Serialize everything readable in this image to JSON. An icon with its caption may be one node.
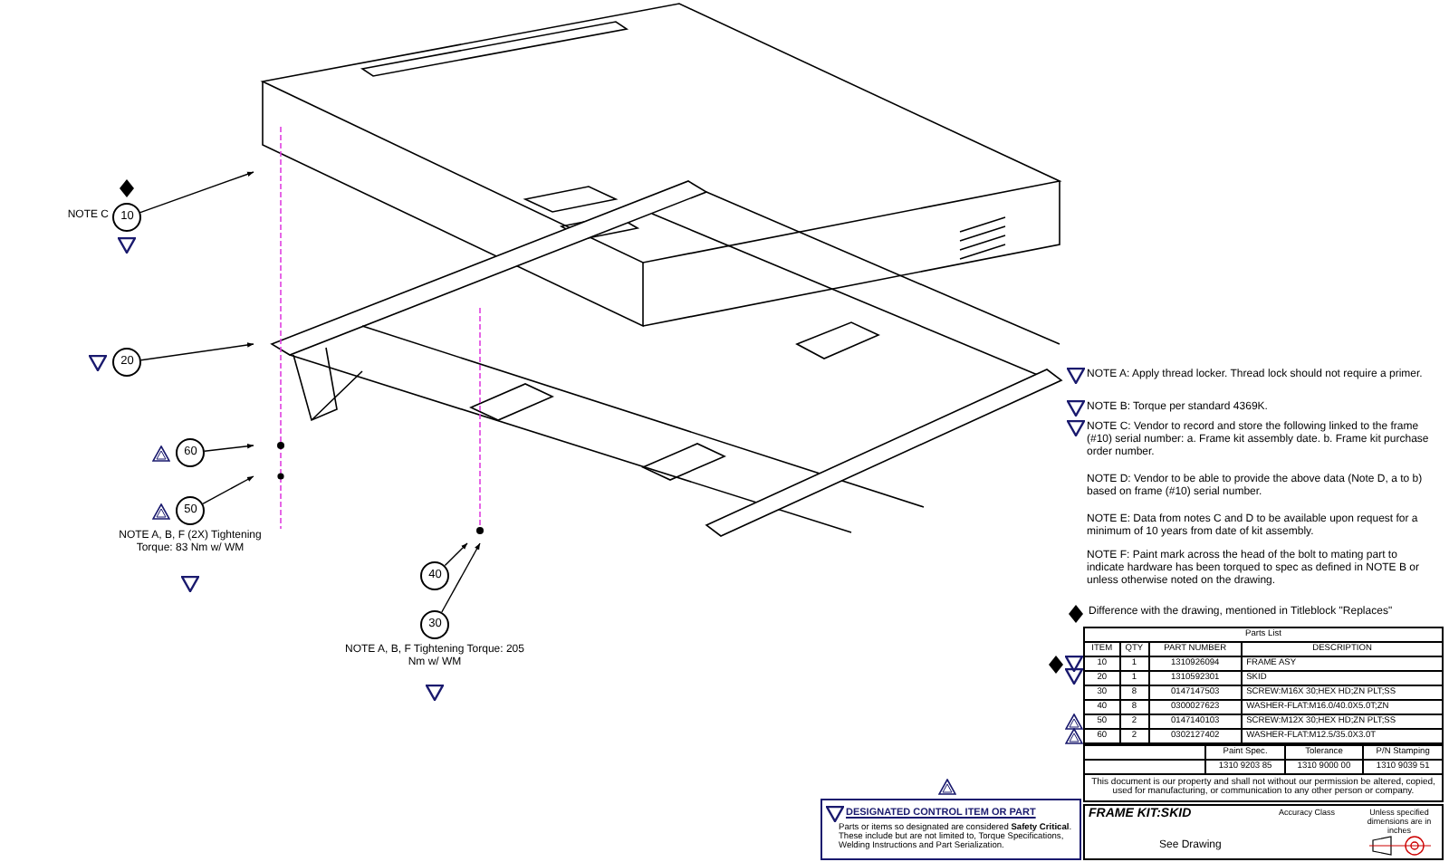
{
  "diagram": {
    "nodes": [
      {
        "text": [],
        "shape": "picture"
      },
      {
        "text": [
          "10"
        ],
        "beside": [
          "NOTE C"
        ]
      },
      {
        "text": [
          "20"
        ]
      },
      {
        "text": [
          "60"
        ]
      },
      {
        "text": [
          "50"
        ],
        "beside": [
          "NOTE A, B, F (2X) Tightening Torque: 83 Nm w/ WM"
        ]
      },
      {
        "text": [
          "40"
        ]
      },
      {
        "text": [
          "30"
        ],
        "beside": [
          "NOTE A, B, F Tightening Torque: 205 Nm w/ WM"
        ]
      }
    ],
    "edges": [
      {
        "from": 1,
        "to": 0,
        "arrow": "to"
      },
      {
        "from": 2,
        "to": 0,
        "arrow": "to"
      },
      {
        "from": 3,
        "to": 0,
        "arrow": "to"
      },
      {
        "from": 4,
        "to": 0,
        "arrow": "to"
      },
      {
        "from": 5,
        "to": 0,
        "arrow": "to"
      },
      {
        "from": 6,
        "to": 0,
        "arrow": "to"
      }
    ],
    "labels": [
      "NOTE A: Apply thread locker. Thread lock should not require a primer.",
      "NOTE B: Torque per standard 4369K.",
      "NOTE C: Vendor to record and store the following linked to the frame (#10) serial number: a. Frame kit assembly date. b. Frame kit purchase order number.",
      "NOTE D: Vendor to be able to provide the above data (Note D, a to b) based on frame (#10) serial number.",
      "NOTE E: Data from notes C and D to be available upon request for a minimum of 10 years from date of kit assembly.",
      "NOTE F: Paint mark across the head of the bolt to mating part to indicate hardware has been torqued to spec as defined in NOTE B or unless otherwise noted on the drawing.",
      "Parts List",
      "ITEM",
      "QTY",
      "PART NUMBER",
      "DESCRIPTION",
      "10",
      "1",
      "1310926094",
      "FRAME ASY",
      "20",
      "1",
      "1310592301",
      "SKID",
      "30",
      "8",
      "0147147503",
      "SCREW:M16X 30;HEX HD;ZN PLT;SS",
      "40",
      "8",
      "0300027623",
      "WASHER-FLAT:M16.0/40.0X5.0T;ZN",
      "50",
      "2",
      "0147140103",
      "SCREW:M12X 30;HEX HD;ZN PLT;SS",
      "60",
      "2",
      "0302127402",
      "WASHER-FLAT:M12.5/35.0X3.0T",
      "Paint Spec.",
      "Tolerance",
      "P/N Stamping",
      "1310 9203 85",
      "1310 9000 00",
      "1310 9039 51",
      "This document is our property and shall not without our permission be altered, copied, used for manufacturing, or communication to any other person or company.",
      "FRAME KIT:SKID",
      "Accuracy Class",
      "Unless specified dimensions are in inches",
      "See Drawing",
      "DESIGNATED CONTROL ITEM OR PART",
      "Parts or items so designated are considered **Safety Critical**. These include but are not limited to, Torque Specifications, Welding Instructions and Part Serialization."
    ],
    "legend": [
      {
        "text": "Difference with the drawing, mentioned in Titleblock \"Replaces\""
      }
    ]
  }
}
